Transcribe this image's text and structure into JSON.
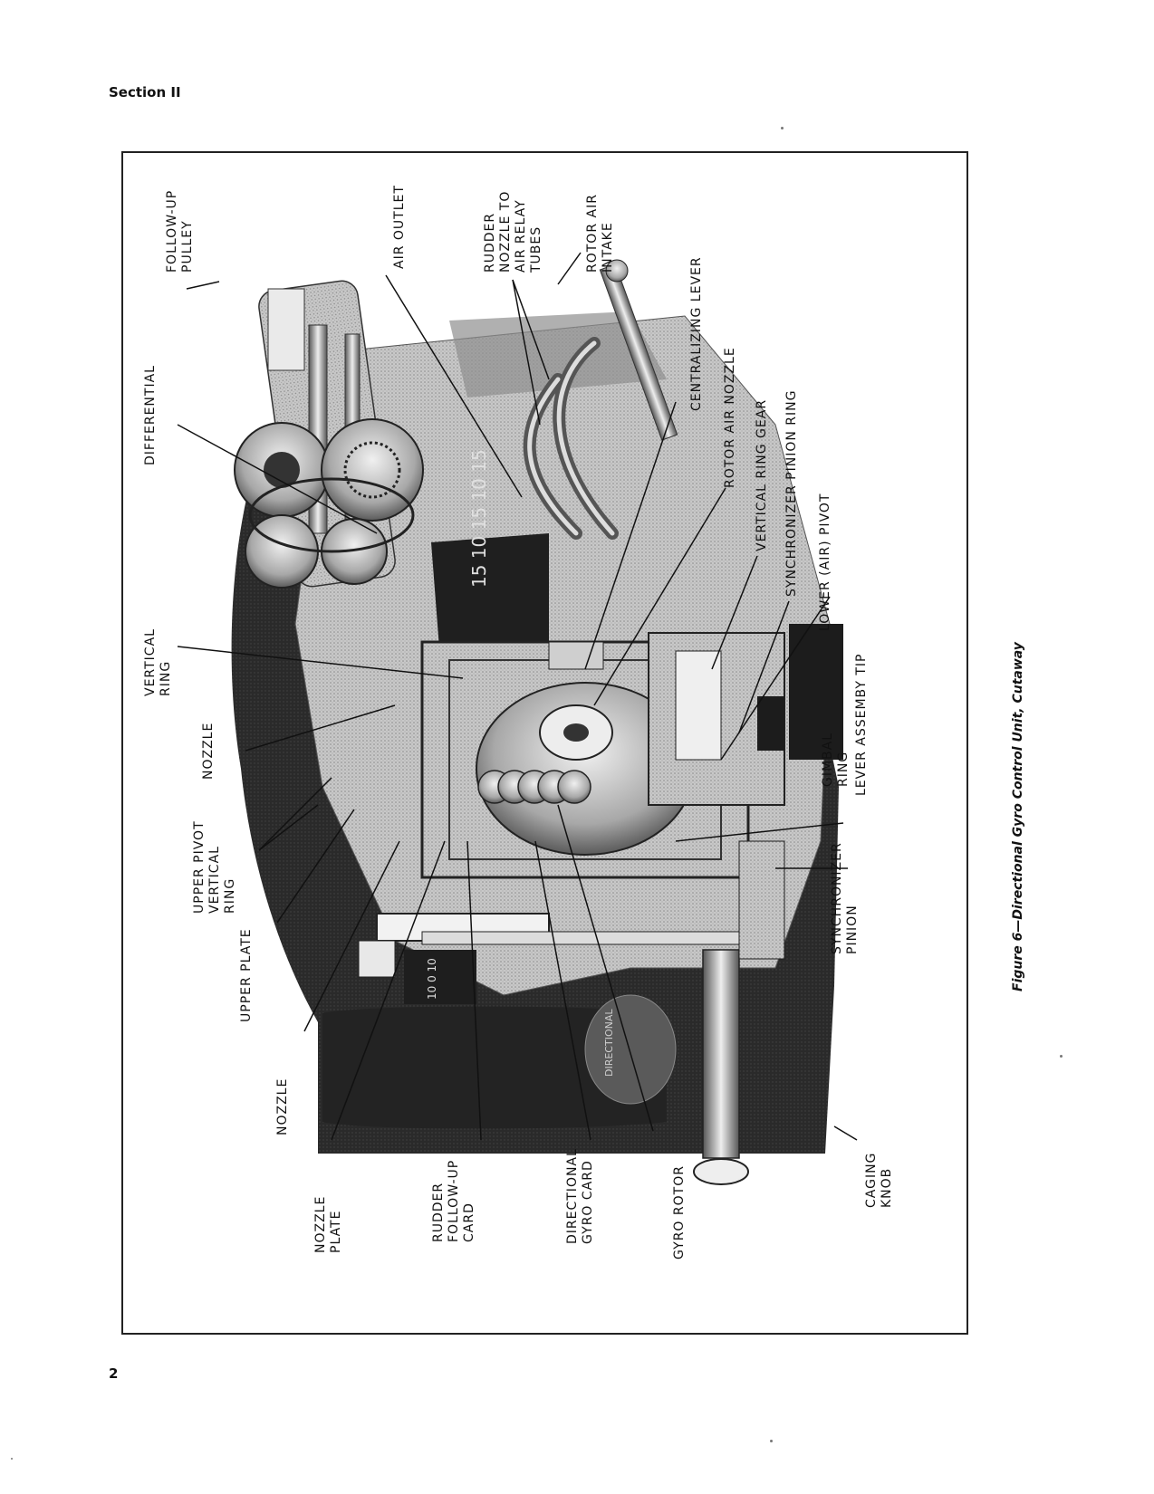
{
  "page": {
    "section_header": "Section II",
    "page_number": "2",
    "figure_caption": "Figure 6—Directional Gyro Control Unit, Cutaway"
  },
  "callouts": [
    {
      "id": "follow-up-pulley",
      "text": "FOLLOW-UP\nPULLEY"
    },
    {
      "id": "air-outlet",
      "text": "AIR OUTLET"
    },
    {
      "id": "rudder-nozzle-tubes",
      "text": "RUDDER\nNOZZLE TO\nAIR RELAY\nTUBES"
    },
    {
      "id": "rotor-air-intake",
      "text": "ROTOR AIR\nINTAKE"
    },
    {
      "id": "centralizing-lever",
      "text": "CENTRALIZING LEVER"
    },
    {
      "id": "rotor-air-nozzle",
      "text": "ROTOR AIR NOZZLE"
    },
    {
      "id": "vertical-ring-gear",
      "text": "VERTICAL RING GEAR"
    },
    {
      "id": "synchronizer-pinion-ring",
      "text": "SYNCHRONIZER PINION RING"
    },
    {
      "id": "lower-air-pivot",
      "text": "LOWER (AIR) PIVOT"
    },
    {
      "id": "lever-assembly-tip",
      "text": "LEVER ASSEMBY TIP"
    },
    {
      "id": "gimbal-ring",
      "text": "GIMBAL\nRING"
    },
    {
      "id": "synchronizer-pinion",
      "text": "SYNCHRONIZER\nPINION"
    },
    {
      "id": "caging-knob",
      "text": "CAGING\nKNOB"
    },
    {
      "id": "gyro-rotor",
      "text": "GYRO ROTOR"
    },
    {
      "id": "directional-gyro-card",
      "text": "DIRECTIONAL\nGYRO CARD"
    },
    {
      "id": "rudder-follow-up-card",
      "text": "RUDDER\nFOLLOW-UP\nCARD"
    },
    {
      "id": "nozzle-plate",
      "text": "NOZZLE\nPLATE"
    },
    {
      "id": "nozzle-lower",
      "text": "NOZZLE"
    },
    {
      "id": "upper-plate",
      "text": "UPPER PLATE"
    },
    {
      "id": "upper-pivot-vertical-ring",
      "text": "UPPER PIVOT\nVERTICAL\nRING"
    },
    {
      "id": "nozzle-upper",
      "text": "NOZZLE"
    },
    {
      "id": "vertical-ring",
      "text": "VERTICAL\nRING"
    },
    {
      "id": "differential",
      "text": "DIFFERENTIAL"
    }
  ],
  "card_markings": {
    "gyro_card_text": "15 10 15 10 15",
    "follow_up_card_text": "10 0 10",
    "nameplate_text": "DIRECTIONAL"
  },
  "colors": {
    "ink": "#111111",
    "housing_dark": "#1c1c1c",
    "metal_light": "#d9d9d9",
    "metal_mid": "#9a9a9a"
  }
}
